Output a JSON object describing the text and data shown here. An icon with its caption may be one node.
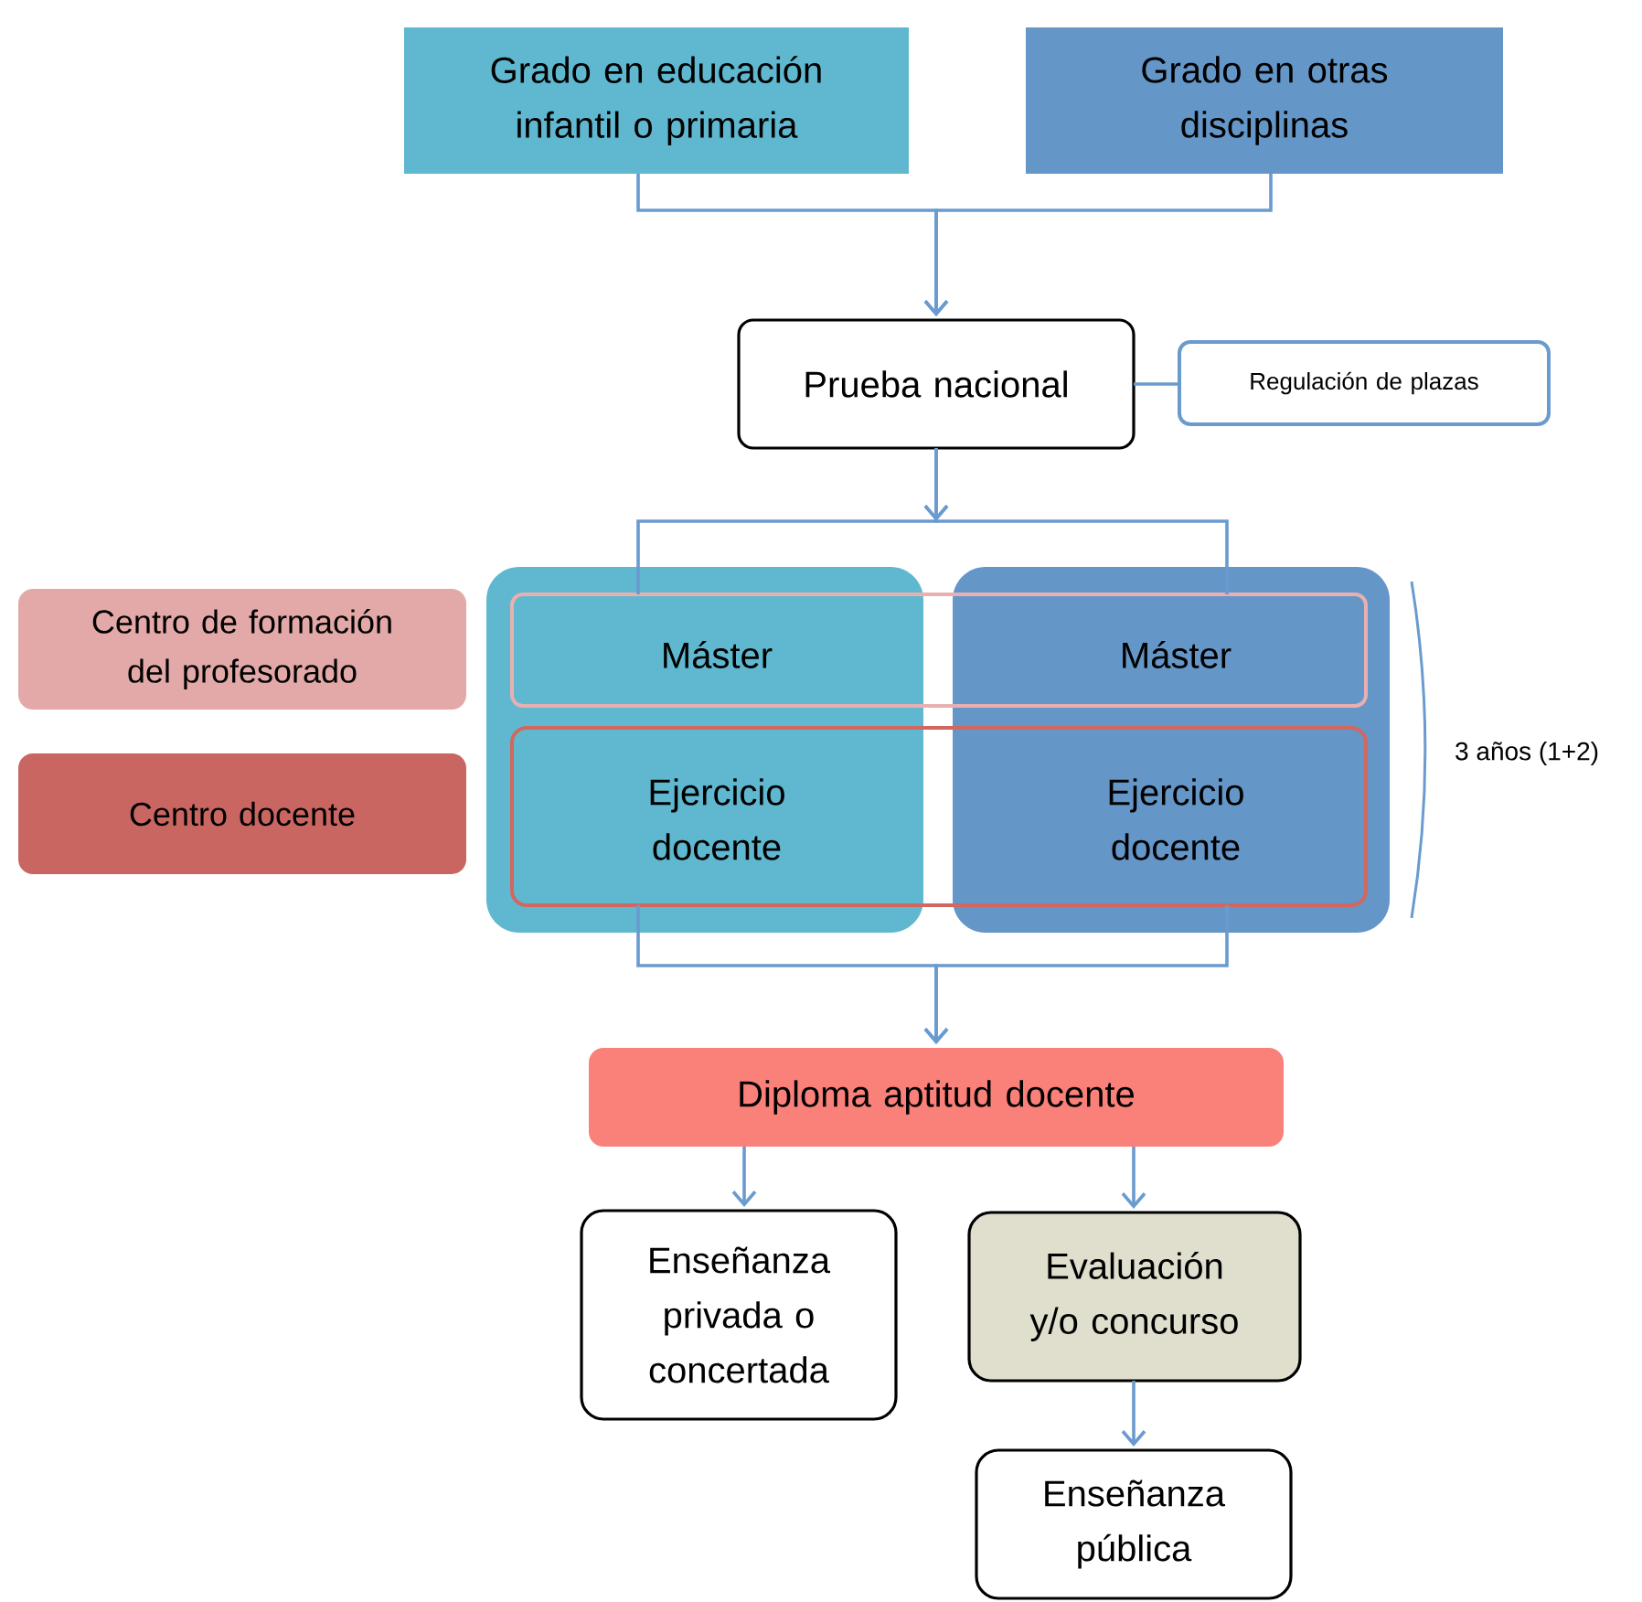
{
  "diagram": {
    "nodes": [
      {
        "text": [
          "Grado en educación infantil o primaria"
        ]
      },
      {
        "text": [
          "Grado en otras disciplinas"
        ]
      },
      {
        "text": [
          "Prueba nacional"
        ]
      },
      {
        "text": [
          "Regulación de plazas"
        ]
      },
      {
        "text": [
          "Centro de formación del profesorado"
        ]
      },
      {
        "text": [],
        "shape": "box"
      },
      {
        "text": [],
        "shape": "box"
      },
      {
        "text": [
          "Máster",
          "Máster"
        ]
      },
      {
        "text": [
          "Centro docente"
        ]
      },
      {
        "text": [
          "Ejercicio docente",
          "Ejercicio docente"
        ]
      },
      {
        "text": [
          "Diploma aptitud docente"
        ]
      },
      {
        "text": [
          "Enseñanza privada o concertada"
        ]
      },
      {
        "text": [
          "Evaluación y/o concurso"
        ]
      },
      {
        "text": [
          "Enseñanza pública"
        ]
      }
    ],
    "edges": [
      {
        "from": 0,
        "to": 2,
        "arrow": "to"
      },
      {
        "from": 1,
        "to": 2,
        "arrow": "to"
      },
      {
        "from": 2,
        "to": 3,
        "arrow": "none"
      },
      {
        "from": 2,
        "to": 5,
        "arrow": "to"
      },
      {
        "from": 2,
        "to": 6,
        "arrow": "to"
      },
      {
        "from": 5,
        "to": 10,
        "arrow": "to"
      },
      {
        "from": 6,
        "to": 10,
        "arrow": "to"
      },
      {
        "from": 10,
        "to": 11,
        "arrow": "to"
      },
      {
        "from": 10,
        "to": 12,
        "arrow": "to"
      },
      {
        "from": 12,
        "to": 13,
        "arrow": "to"
      }
    ],
    "labels": [
      "3 años (1+2)"
    ]
  }
}
